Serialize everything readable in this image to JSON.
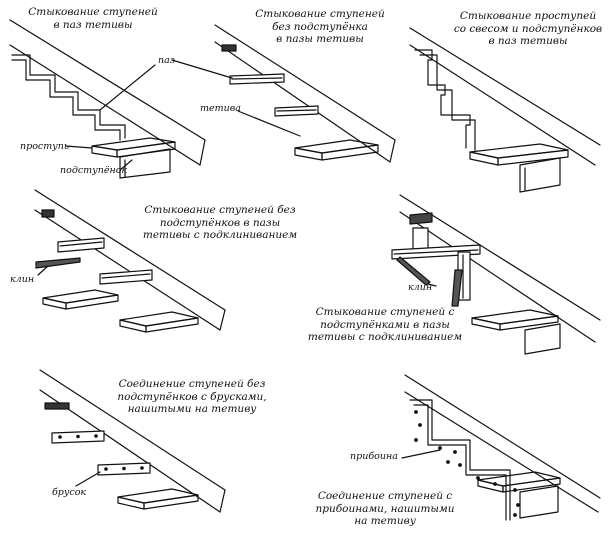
{
  "panels": [
    {
      "caption_lines": [
        "Стыкование ступеней",
        "в паз тетивы"
      ],
      "labels": {
        "groove": "паз",
        "string": "тетива",
        "tread": "проступь",
        "riser": "подступёнок"
      }
    },
    {
      "caption_lines": [
        "Стыкование ступеней",
        "без подступёнка",
        "в пазы тетивы"
      ]
    },
    {
      "caption_lines": [
        "Стыкование проступей",
        "со свесом и подступёнков",
        "в паз тетивы"
      ]
    },
    {
      "caption_lines": [
        "Стыкование ступеней без",
        "подступёнков в пазы",
        "тетивы с подклиниванием"
      ],
      "labels": {
        "wedge": "клин"
      }
    },
    {
      "caption_lines": [
        "Стыкование ступеней с",
        "подступёнками в пазы",
        "тетивы с подклиниванием"
      ],
      "labels": {
        "wedge": "клин"
      }
    },
    {
      "caption_lines": [
        "Соединение ступеней без",
        "подступёнков с брусками,",
        "нашитыми на тетиву"
      ],
      "labels": {
        "block": "брусок"
      }
    },
    {
      "caption_lines": [
        "Соединение ступеней с",
        "прибоинами, нашитыми",
        "на тетиву"
      ],
      "labels": {
        "cleat": "прибоина"
      }
    }
  ]
}
